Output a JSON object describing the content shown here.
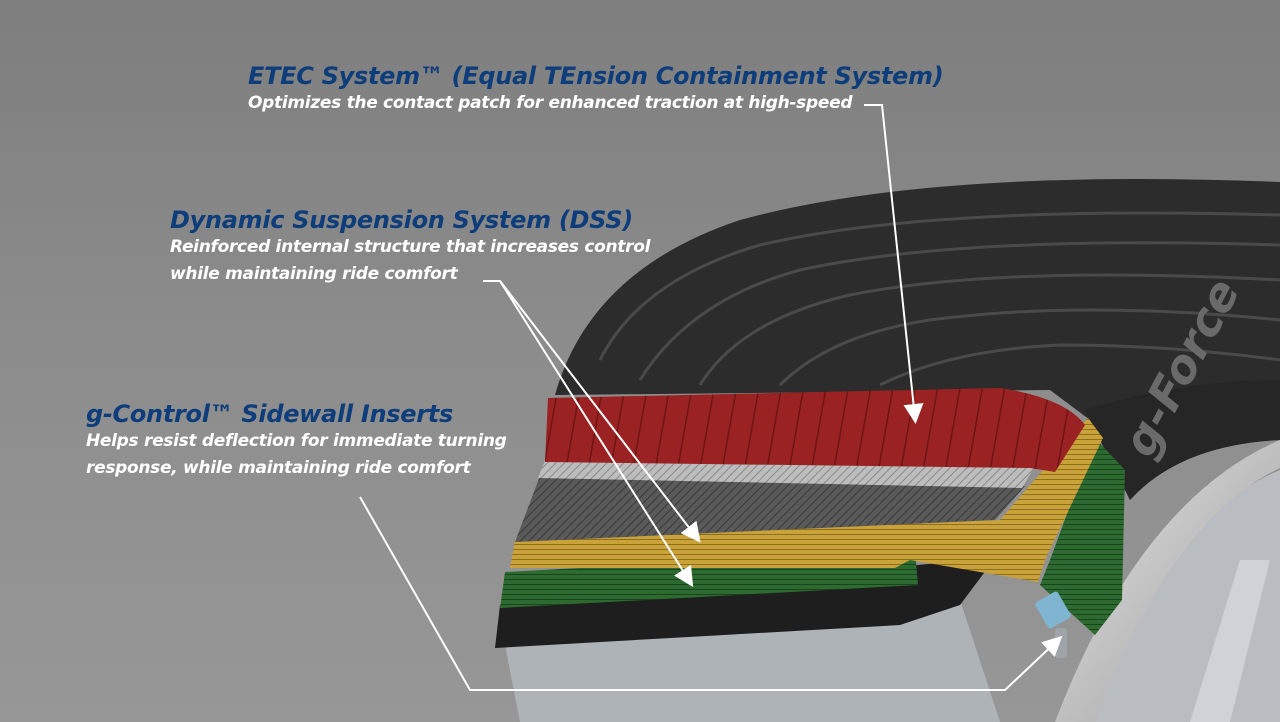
{
  "callouts": [
    {
      "title": "ETEC System™ (Equal TEnsion Containment System)",
      "lines": [
        "Optimizes the contact patch for enhanced traction at high-speed"
      ]
    },
    {
      "title": "Dynamic Suspension System (DSS)",
      "lines": [
        "Reinforced internal structure that increases control",
        "while maintaining ride comfort"
      ]
    },
    {
      "title": "g-Control™ Sidewall Inserts",
      "lines": [
        "Helps resist deflection for immediate turning",
        "response, while maintaining ride comfort"
      ]
    }
  ],
  "tire": {
    "sidewall_brand": "g-Force"
  },
  "colors": {
    "title": "#0d3d7a",
    "belt": "#9b2222",
    "ply_yellow": "#c9a23a",
    "ply_green": "#2d6a2f",
    "bead": "#7fb5d0"
  }
}
